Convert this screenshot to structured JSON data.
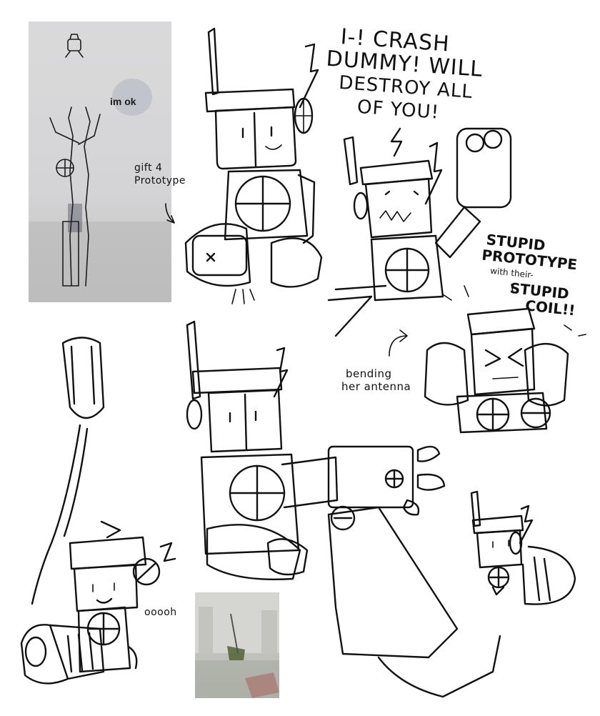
{
  "photo_panel_top": {
    "caption": "im ok"
  },
  "annotations": {
    "gift": "gift 4\nPrototype",
    "crash_shout": [
      "I-! CRASH",
      "DUMMY! WILL",
      "DESTROY ALL",
      "OF YOU!"
    ],
    "stupid_shout": [
      "STUPID",
      "PROTOTYPE",
      "with their-",
      "STUPID",
      "COIL!!"
    ],
    "bending": [
      "bending",
      "her antenna"
    ],
    "ooooh": "ooooh"
  },
  "colors": {
    "ink": "#111111",
    "paper": "#ffffff",
    "photo_gray": "#d4d4d6"
  }
}
